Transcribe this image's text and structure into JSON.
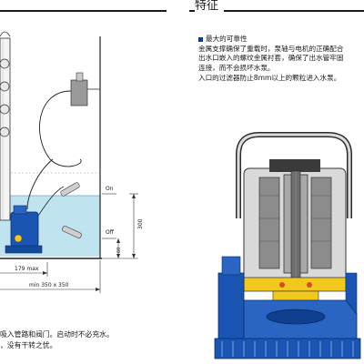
{
  "header": {
    "section_title": "特征"
  },
  "features": {
    "heading": "最大的可靠性",
    "lines": [
      "金属支撑确保了重载时，泵轴与电机的正确配合",
      "出水口嵌入的螺纹金属衬套，确保了出水管牢固",
      "连接，而不会损坏水泵。",
      "入口的过滤器防止8mm以上的颗粒进入水泵。"
    ]
  },
  "diagram": {
    "labels": {
      "on": "On",
      "off": "Off",
      "dim_300": "300",
      "dim_60": "60",
      "dim_179": "179 max",
      "dim_min": "min 350 x 350"
    }
  },
  "footer": {
    "lines": [
      "吸入管路和阀门。启动时不必充水。",
      "，没有干转之忧。"
    ]
  },
  "colors": {
    "water": "#bfe3ef",
    "pump_blue": "#1a55b3",
    "motor_grey": "#8c8c8c",
    "seal_yellow": "#f2c81c",
    "accent_navy": "#0a3f8c"
  }
}
